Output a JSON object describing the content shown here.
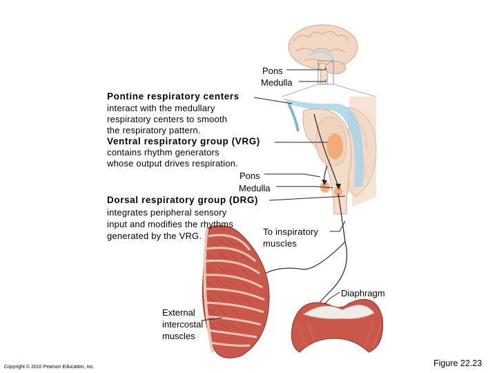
{
  "labels": {
    "pons_top": "Pons",
    "medulla_top": "Medulla",
    "pontine_heading": "Pontine respiratory centers",
    "pontine_text": [
      "interact with the medullary",
      "respiratory centers to smooth",
      "the respiratory pattern."
    ],
    "vrg_heading": "Ventral respiratory group (VRG)",
    "vrg_text": [
      "contains rhythm generators",
      "whose output drives respiration."
    ],
    "pons_mid": "Pons",
    "medulla_mid": "Medulla",
    "drg_heading": "Dorsal respiratory group (DRG)",
    "drg_text": [
      "integrates peripheral sensory",
      "input and modifies the rhythms",
      "generated by the VRG."
    ],
    "to_inspiratory": [
      "To inspiratory",
      "muscles"
    ],
    "diaphragm": "Diaphragm",
    "external_intercostal": [
      "External",
      "intercostal",
      "muscles"
    ]
  },
  "footer": {
    "copyright": "Copyright © 2010 Pearson Education, Inc.",
    "figure": "Figure 22.23"
  },
  "colors": {
    "brain": "#f2d8c4",
    "brainstem": "#f3ddc9",
    "ventricle": "#a8d4e8",
    "center": "#f4a774",
    "muscle": "#c9584a"
  }
}
